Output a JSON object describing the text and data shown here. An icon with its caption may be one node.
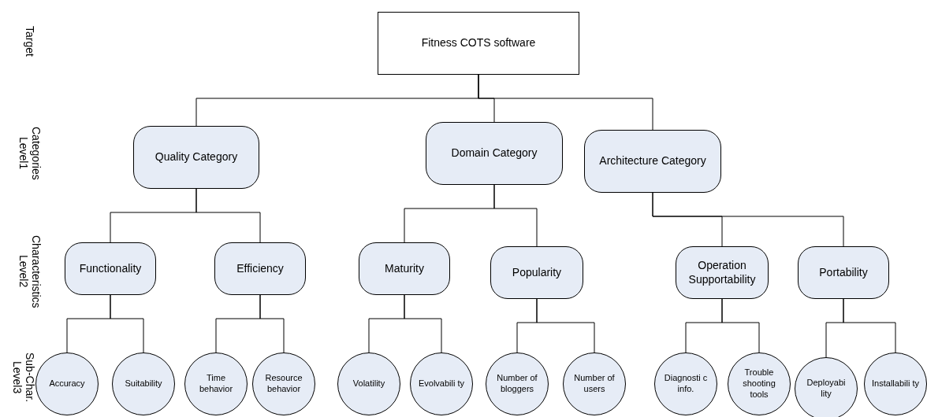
{
  "diagram": {
    "nodes": [
      {
        "text": [
          "Fitness COTS software"
        ]
      },
      {
        "text": [
          "Quality Category"
        ]
      },
      {
        "text": [
          "Domain Category"
        ]
      },
      {
        "text": [
          "Architecture Category"
        ]
      },
      {
        "text": [
          "Functionality"
        ]
      },
      {
        "text": [
          "Efficiency"
        ]
      },
      {
        "text": [
          "Maturity"
        ]
      },
      {
        "text": [
          "Popularity"
        ]
      },
      {
        "text": [
          "Operation Supportability"
        ]
      },
      {
        "text": [
          "Portability"
        ]
      },
      {
        "text": [
          "Accuracy"
        ]
      },
      {
        "text": [
          "Suitability"
        ]
      },
      {
        "text": [
          "Time behavior"
        ]
      },
      {
        "text": [
          "Resource behavior"
        ]
      },
      {
        "text": [
          "Volatility"
        ]
      },
      {
        "text": [
          "Evolvabili ty"
        ]
      },
      {
        "text": [
          "Number of bloggers"
        ]
      },
      {
        "text": [
          "Number of users"
        ]
      },
      {
        "text": [
          "Diagnosti c info."
        ]
      },
      {
        "text": [
          "Trouble shooting tools"
        ]
      },
      {
        "text": [
          "Deployabi lity"
        ]
      },
      {
        "text": [
          "Installabili ty"
        ]
      }
    ],
    "edges": [
      {
        "from": 0,
        "to": 1,
        "arrow": "none"
      },
      {
        "from": 0,
        "to": 2,
        "arrow": "none"
      },
      {
        "from": 0,
        "to": 3,
        "arrow": "none"
      },
      {
        "from": 1,
        "to": 4,
        "arrow": "none"
      },
      {
        "from": 1,
        "to": 5,
        "arrow": "none"
      },
      {
        "from": 2,
        "to": 6,
        "arrow": "none"
      },
      {
        "from": 2,
        "to": 7,
        "arrow": "none"
      },
      {
        "from": 3,
        "to": 8,
        "arrow": "none"
      },
      {
        "from": 3,
        "to": 9,
        "arrow": "none"
      },
      {
        "from": 4,
        "to": 10,
        "arrow": "none"
      },
      {
        "from": 4,
        "to": 11,
        "arrow": "none"
      },
      {
        "from": 5,
        "to": 12,
        "arrow": "none"
      },
      {
        "from": 5,
        "to": 13,
        "arrow": "none"
      },
      {
        "from": 6,
        "to": 14,
        "arrow": "none"
      },
      {
        "from": 6,
        "to": 15,
        "arrow": "none"
      },
      {
        "from": 7,
        "to": 16,
        "arrow": "none"
      },
      {
        "from": 7,
        "to": 17,
        "arrow": "none"
      },
      {
        "from": 8,
        "to": 18,
        "arrow": "none"
      },
      {
        "from": 8,
        "to": 19,
        "arrow": "none"
      },
      {
        "from": 9,
        "to": 20,
        "arrow": "none"
      },
      {
        "from": 9,
        "to": 21,
        "arrow": "none"
      }
    ],
    "labels": [
      "Target",
      "Categories Level1",
      "Characteristics Level2",
      "Sub-Char. Level3"
    ]
  }
}
